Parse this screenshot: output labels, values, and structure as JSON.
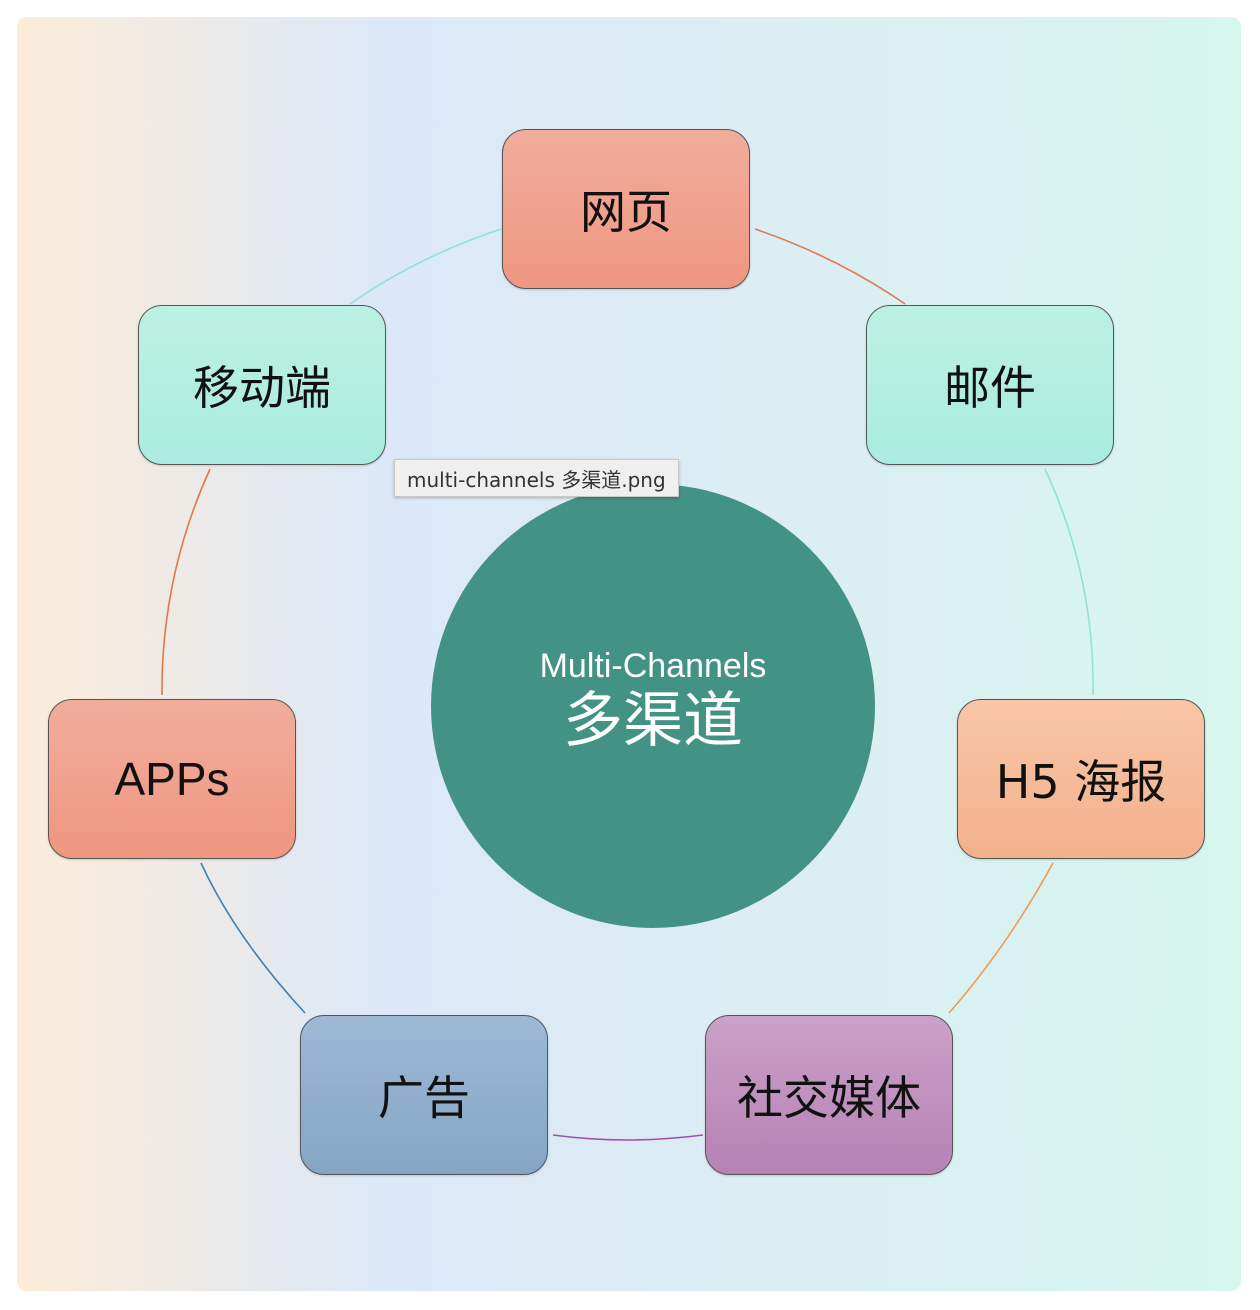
{
  "diagram": {
    "center": {
      "title": "Multi-Channels",
      "subtitle": "多渠道",
      "color": "#439286"
    },
    "nodes": [
      {
        "id": "web",
        "label": "网页",
        "color": "#f0a08c"
      },
      {
        "id": "email",
        "label": "邮件",
        "color": "#b2eee0"
      },
      {
        "id": "h5",
        "label": "H5 海报",
        "color": "#f5bb98"
      },
      {
        "id": "social",
        "label": "社交媒体",
        "color": "#bf90bd"
      },
      {
        "id": "ads",
        "label": "广告",
        "color": "#92b0cd"
      },
      {
        "id": "apps",
        "label": "APPs",
        "color": "#f0a08c"
      },
      {
        "id": "mobile",
        "label": "移动端",
        "color": "#b2eee0"
      }
    ],
    "connectors": [
      {
        "from": "web",
        "to": "email",
        "color": "#e0784e"
      },
      {
        "from": "email",
        "to": "h5",
        "color": "#8fe3d2"
      },
      {
        "from": "h5",
        "to": "social",
        "color": "#ee9a55"
      },
      {
        "from": "social",
        "to": "ads",
        "color": "#a04fae"
      },
      {
        "from": "ads",
        "to": "apps",
        "color": "#3f7fb0"
      },
      {
        "from": "apps",
        "to": "mobile",
        "color": "#e07848"
      },
      {
        "from": "mobile",
        "to": "web",
        "color": "#8fe3d8"
      }
    ]
  },
  "tooltip": {
    "text": "multi-channels 多渠道.png"
  }
}
